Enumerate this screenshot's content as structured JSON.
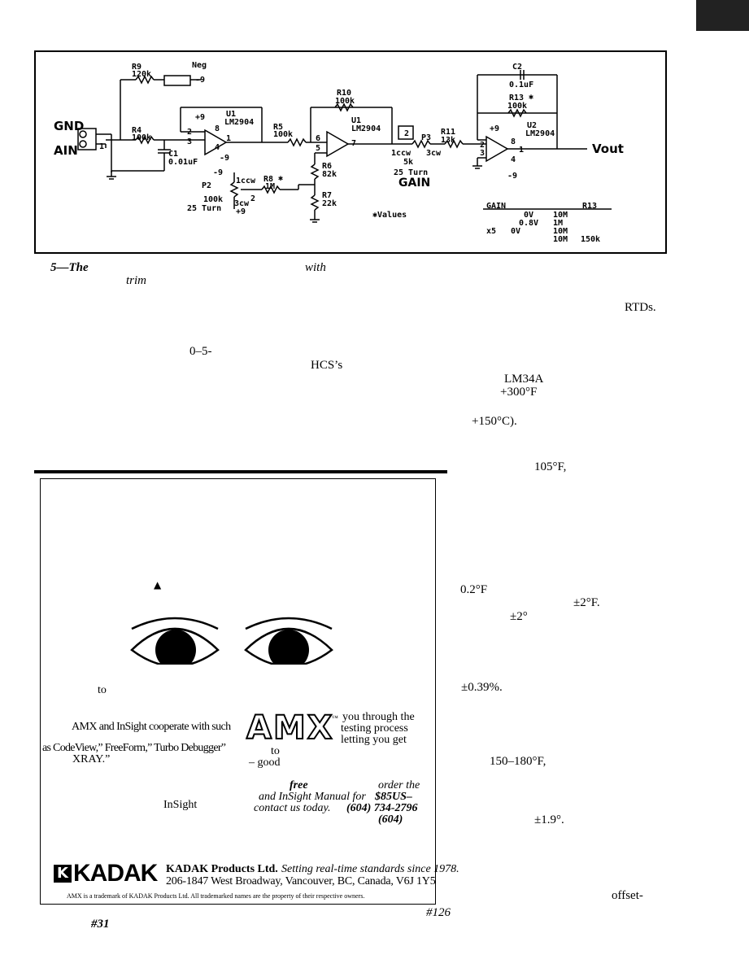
{
  "schematic": {
    "labels": {
      "r9": "R9",
      "r9_val": "120k",
      "neg": "Neg",
      "neg9": "-9",
      "gnd": "GND",
      "ain": "AIN",
      "pin1": "1",
      "r4": "R4",
      "r4_val": "100k",
      "c1": "C1",
      "c1_val": "0.01uF",
      "u1a": "U1",
      "u1a_part": "LM2904",
      "u1a_p9": "+9",
      "u1a_2": "2",
      "u1a_3": "3",
      "u1a_8": "8",
      "u1a_1": "1",
      "u1a_4": "4",
      "u1a_m9": "-9",
      "r5": "R5",
      "r5_val": "100k",
      "r10": "R10",
      "r10_val": "100k",
      "u1b": "U1",
      "u1b_part": "LM2904",
      "u1b_6": "6",
      "u1b_5": "5",
      "u1b_7": "7",
      "r6": "R6",
      "r6_val": "82k",
      "r7": "R7",
      "r7_val": "22k",
      "p2": "P2",
      "p2_m9": "-9",
      "p2_1ccw": "1ccw",
      "p2_val": "100k",
      "p2_turn": "25 Turn",
      "p2_3cw": "3cw",
      "p2_2": "2",
      "p2_p9": "+9",
      "r8": "R8",
      "r8_star": "✱",
      "r8_val": "1M",
      "p3_box": "2",
      "p3": "P3",
      "p3_1ccw": "1ccw",
      "p3_3cw": "3cw",
      "p3_val": "5k",
      "p3_turn": "25 Turn",
      "gain": "GAIN",
      "r11": "R11",
      "r11_val": "13k",
      "c2": "C2",
      "c2_val": "0.1uF",
      "r13": "R13",
      "r13_star": "✱",
      "r13_val": "100k",
      "u2": "U2",
      "u2_part": "LM2904",
      "u2_p9": "+9",
      "u2_2": "2",
      "u2_3": "3",
      "u2_8": "8",
      "u2_1": "1",
      "u2_4": "4",
      "u2_m9": "-9",
      "vout": "Vout",
      "values": "✱Values"
    },
    "table": {
      "h_gain": "GAIN",
      "h_r13": "R13",
      "rows": [
        {
          "gain": "",
          "v": "0V",
          "r8": "10M",
          "r13": ""
        },
        {
          "gain": "",
          "v": "0.8V",
          "r8": "1M",
          "r13": ""
        },
        {
          "gain": "x5",
          "v": "0V",
          "r8": "10M",
          "r13": ""
        },
        {
          "gain": "",
          "v": "",
          "r8": "10M",
          "r13": "150k"
        }
      ]
    }
  },
  "caption": {
    "num": "5—The",
    "with": "with",
    "trim": "trim"
  },
  "body_fragments": {
    "rtds": "RTDs.",
    "range": "0–5-",
    "hcs": "HCS’s",
    "lm34a": "LM34A",
    "p300f": "+300°F",
    "p150c": "+150°C).",
    "f105": "105°F,",
    "f02": "0.2°F",
    "pm2f": "±2°F.",
    "pm2": "±2°",
    "pm039": "±0.39%.",
    "range150": "150–180°F,",
    "pm19": "±1.9°.",
    "offset": "offset-"
  },
  "ad": {
    "to1": "to",
    "line1": "AMX and InSight cooperate with such",
    "line2": "as CodeView,” FreeForm,” Turbo Debugger”",
    "line3": "XRAY.”",
    "insight": "InSight",
    "amx_logo": "AMX",
    "tm": "™",
    "r1": "you through the",
    "r2": "testing process",
    "r3": "letting you get",
    "to2": "to",
    "good": "–   good",
    "free": "free",
    "order": "order the",
    "manual": "and InSight Manual for",
    "price": "$85US–",
    "contact": "contact us today.",
    "phone1": "(604) 734-2796",
    "phone2": "(604)",
    "kadak_logo": "KADAK",
    "company": "KADAK Products Ltd.",
    "tagline": "Setting real-time standards since 1978.",
    "address": "206-1847 West Broadway, Vancouver, BC, Canada, V6J 1Y5",
    "trademark": "AMX is a trademark of KADAK Products Ltd. All trademarked names are the property of their respective owners."
  },
  "footer": {
    "ref31": "#31",
    "ref126": "#126"
  }
}
